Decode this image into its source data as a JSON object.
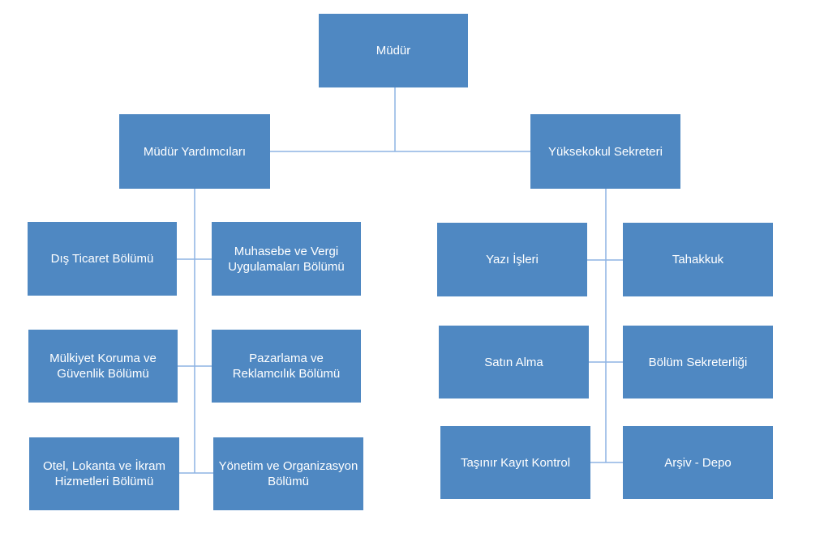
{
  "colors": {
    "box_fill": "#4f88c2",
    "connector": "#8eb4e3",
    "text": "#ffffff",
    "background": "#ffffff"
  },
  "top": {
    "label": "Müdür"
  },
  "level2": {
    "left": {
      "label": "Müdür Yardımcıları"
    },
    "right": {
      "label": "Yüksekokul Sekreteri"
    }
  },
  "left_branch": {
    "items": [
      {
        "label": "Dış Ticaret Bölümü"
      },
      {
        "label": "Muhasebe ve Vergi Uygulamaları Bölümü"
      },
      {
        "label": "Mülkiyet Koruma ve Güvenlik Bölümü"
      },
      {
        "label": "Pazarlama ve Reklamcılık Bölümü"
      },
      {
        "label": "Otel, Lokanta ve İkram Hizmetleri Bölümü"
      },
      {
        "label": "Yönetim ve Organizasyon Bölümü"
      }
    ]
  },
  "right_branch": {
    "items": [
      {
        "label": "Yazı İşleri"
      },
      {
        "label": "Tahakkuk"
      },
      {
        "label": "Satın Alma"
      },
      {
        "label": "Bölüm Sekreterliği"
      },
      {
        "label": "Taşınır Kayıt Kontrol"
      },
      {
        "label": "Arşiv - Depo"
      }
    ]
  }
}
